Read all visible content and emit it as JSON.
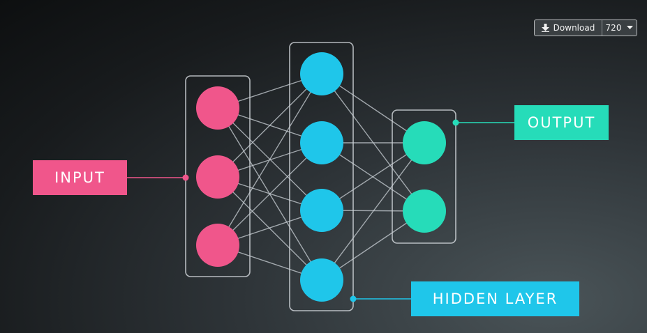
{
  "labels": {
    "input": "INPUT",
    "output": "OUTPUT",
    "hidden": "HIDDEN LAYER"
  },
  "player": {
    "download_label": "Download",
    "quality_value": "720",
    "download_icon": "download-arrow-icon",
    "quality_icon": "caret-down-icon"
  },
  "network": {
    "layers": [
      {
        "name": "input",
        "neurons": 3
      },
      {
        "name": "hidden",
        "neurons": 4
      },
      {
        "name": "output",
        "neurons": 2
      }
    ]
  },
  "colors": {
    "input": "#f0568b",
    "hidden": "#1fc6ea",
    "output": "#26dcb9",
    "edge": "#c9d0d6",
    "frame": "#cfd4d8"
  }
}
